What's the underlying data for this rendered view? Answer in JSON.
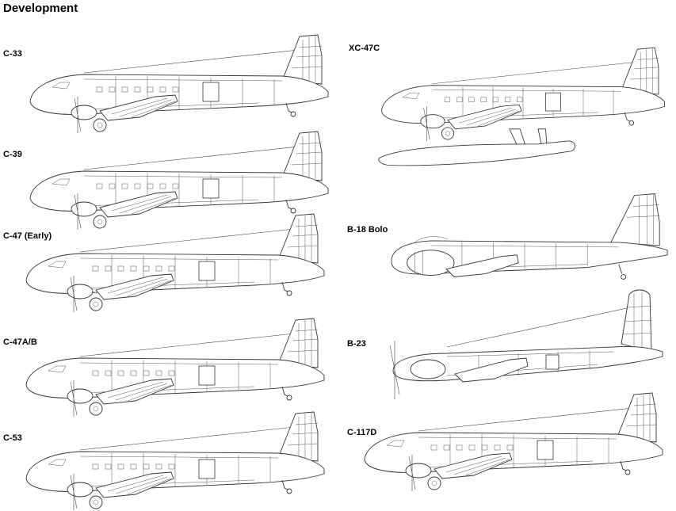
{
  "title": "Development",
  "aircraft": [
    {
      "key": "c33",
      "label": "C-33",
      "variant": "dc3"
    },
    {
      "key": "c39",
      "label": "C-39",
      "variant": "dc3"
    },
    {
      "key": "c47e",
      "label": "C-47 (Early)",
      "variant": "dc3"
    },
    {
      "key": "c47ab",
      "label": "C-47A/B",
      "variant": "dc3"
    },
    {
      "key": "c53",
      "label": "C-53",
      "variant": "dc3"
    },
    {
      "key": "xc47c",
      "label": "XC-47C",
      "variant": "float"
    },
    {
      "key": "b18",
      "label": "B-18 Bolo",
      "variant": "b18"
    },
    {
      "key": "b23",
      "label": "B-23",
      "variant": "b23"
    },
    {
      "key": "c117d",
      "label": "C-117D",
      "variant": "dc3"
    }
  ]
}
